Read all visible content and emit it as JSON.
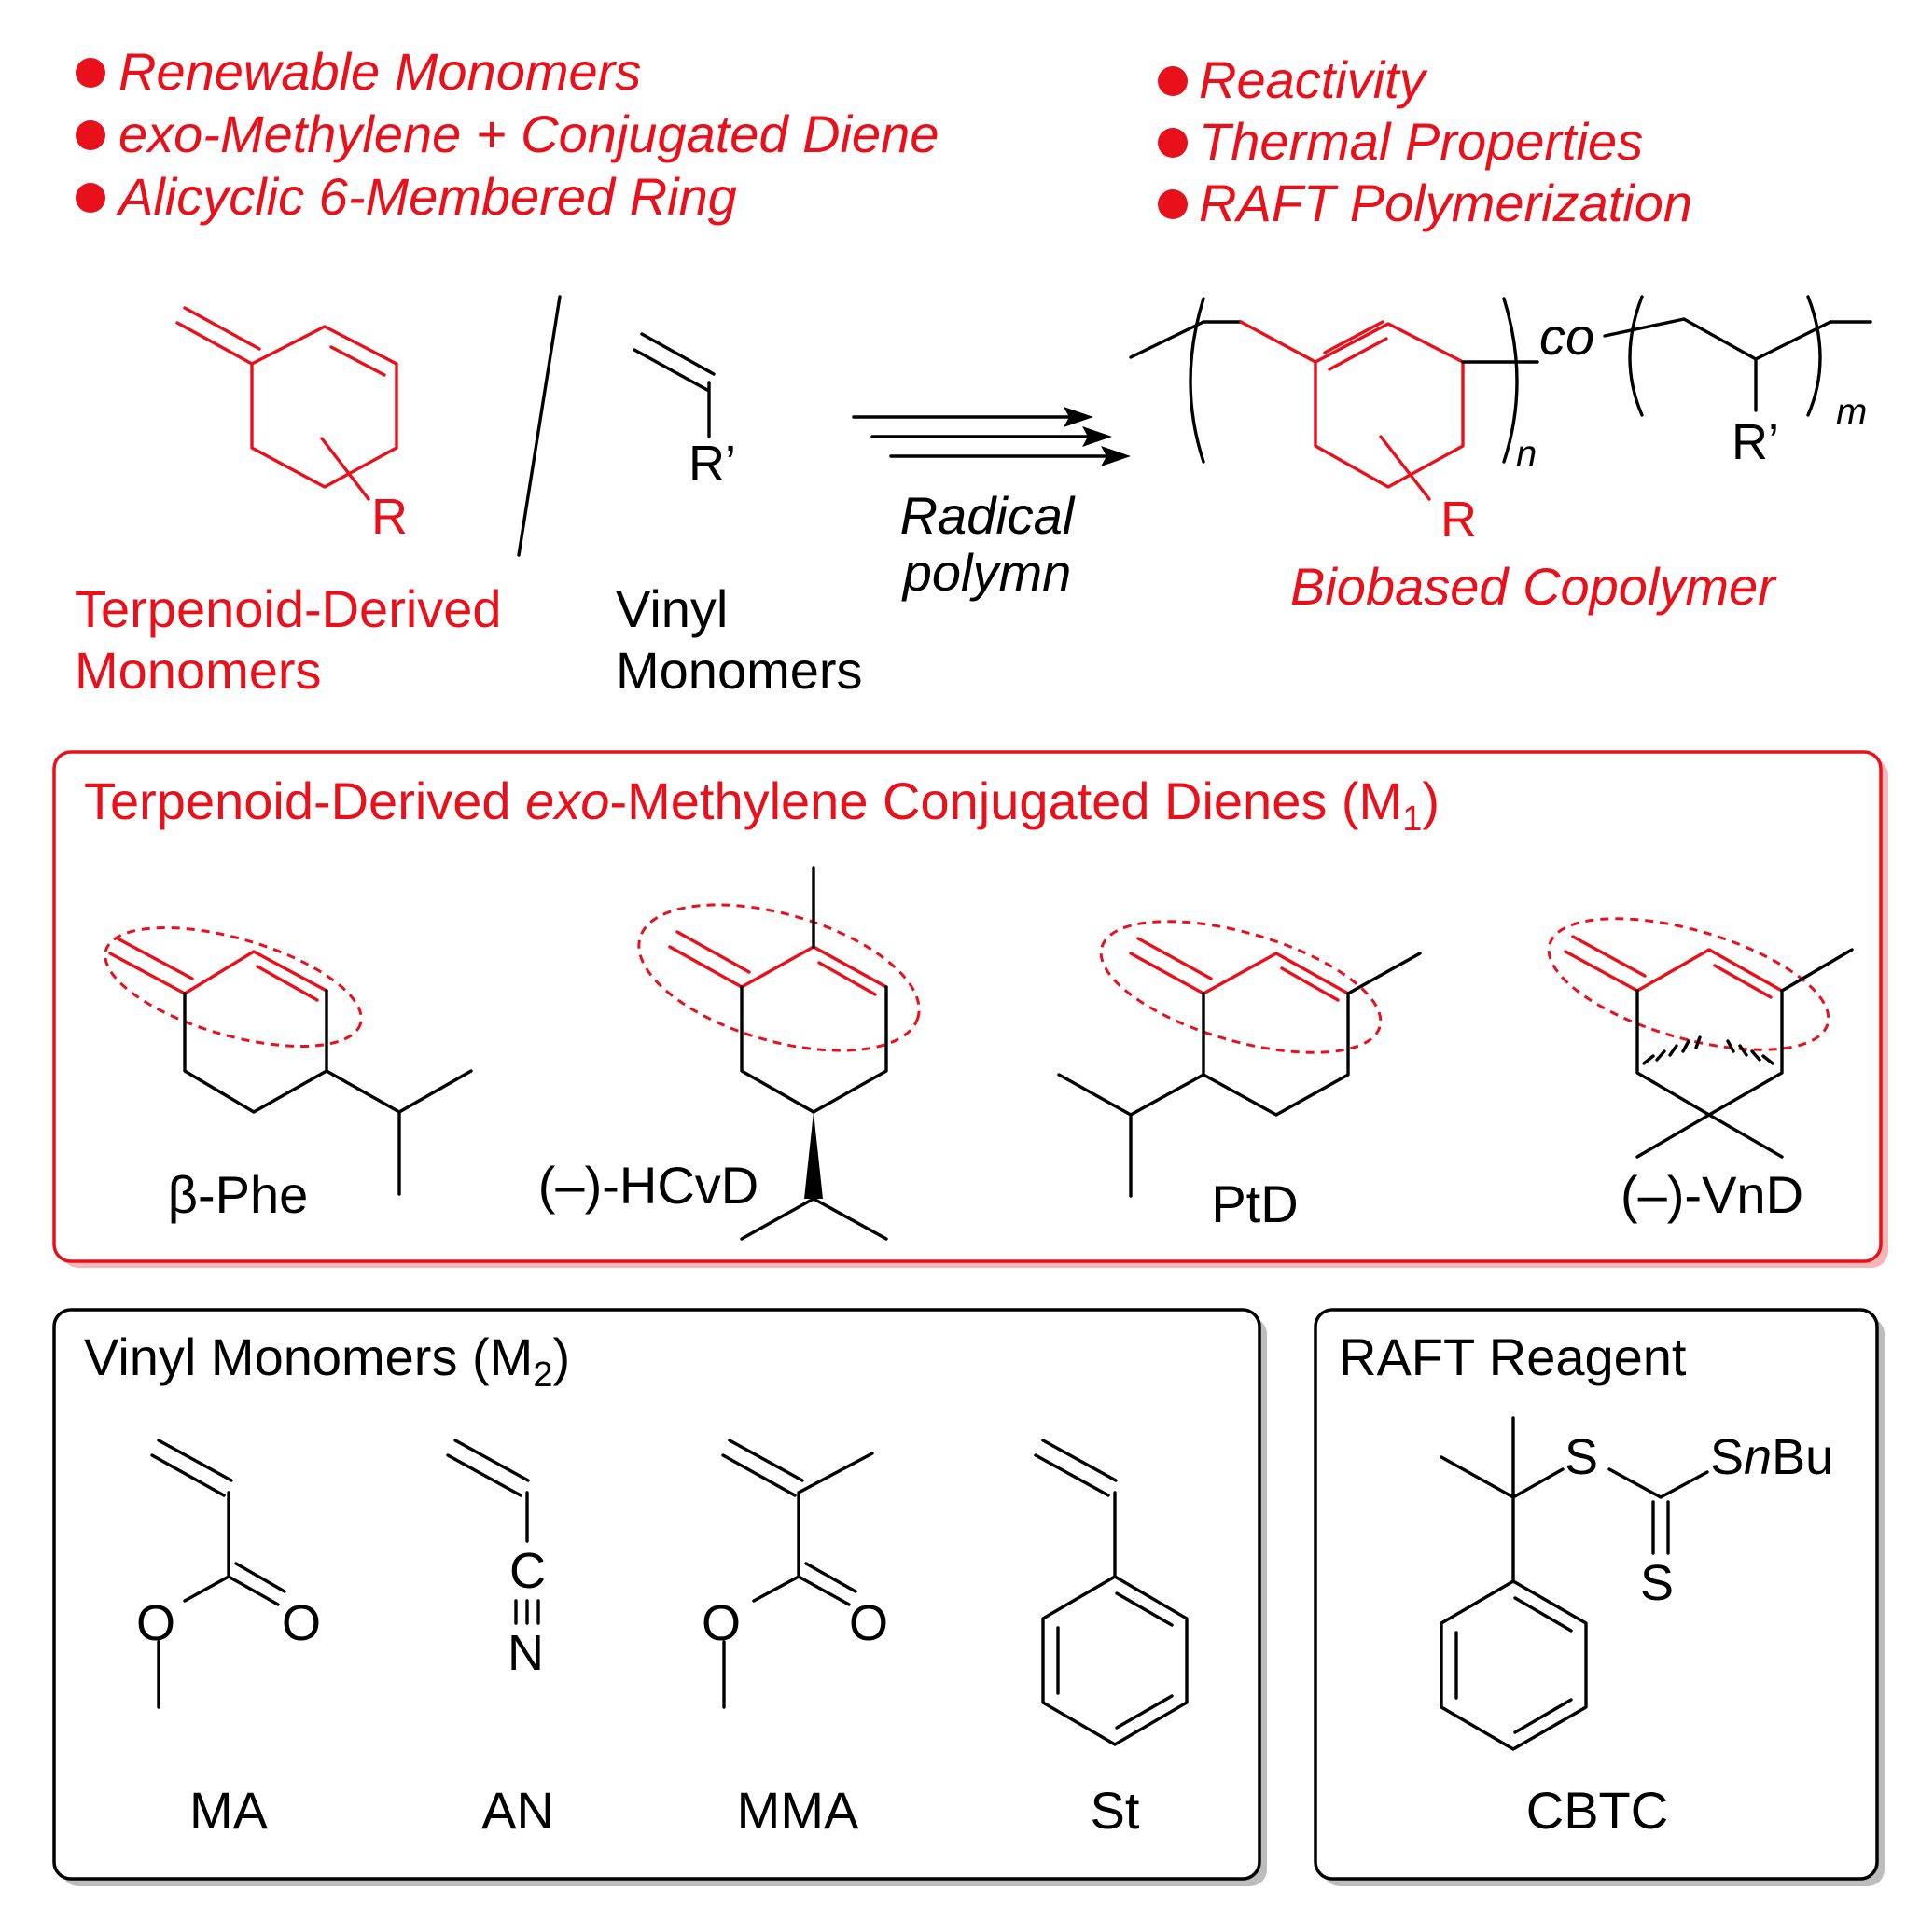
{
  "header_left": {
    "bullets": [
      "Renewable Monomers",
      "exo-Methylene + Conjugated Diene",
      "Alicyclic 6-Membered Ring"
    ]
  },
  "header_right": {
    "bullets": [
      "Reactivity",
      "Thermal Properties",
      "RAFT Polymerization"
    ]
  },
  "scheme": {
    "terpenoid_sub": "R",
    "terpenoid_label_1": "Terpenoid-Derived",
    "terpenoid_label_2": "Monomers",
    "vinyl_sub": "R’",
    "vinyl_label_1": "Vinyl",
    "vinyl_label_2": "Monomers",
    "arrow_label_1": "Radical",
    "arrow_label_2": "polymn",
    "copolymer_co": "co",
    "copolymer_n": "n",
    "copolymer_m": "m",
    "copolymer_R": "R",
    "copolymer_Rp": "R’",
    "copolymer_label": "Biobased Copolymer"
  },
  "terpenoid_box": {
    "title_pre": "Terpenoid-Derived ",
    "title_italic": "exo",
    "title_post": "-Methylene Conjugated Dienes (M",
    "title_sub": "1",
    "title_close": ")",
    "monomers": [
      "β-Phe",
      "(–)-HCvD",
      "PtD",
      "(–)-VnD"
    ]
  },
  "vinyl_box": {
    "title_pre": "Vinyl Monomers (M",
    "title_sub": "2",
    "title_close": ")",
    "monomers": [
      "MA",
      "AN",
      "MMA",
      "St"
    ],
    "atoms": {
      "O": "O",
      "C": "C",
      "N": "N"
    }
  },
  "raft_box": {
    "title": "RAFT Reagent",
    "S": "S",
    "SnBu_S": "S",
    "SnBu_n": "n",
    "SnBu_Bu": "Bu",
    "name": "CBTC"
  },
  "colors": {
    "accent": "#e8101b",
    "text": "#000000",
    "box_shadow": "#bdbdbd"
  }
}
